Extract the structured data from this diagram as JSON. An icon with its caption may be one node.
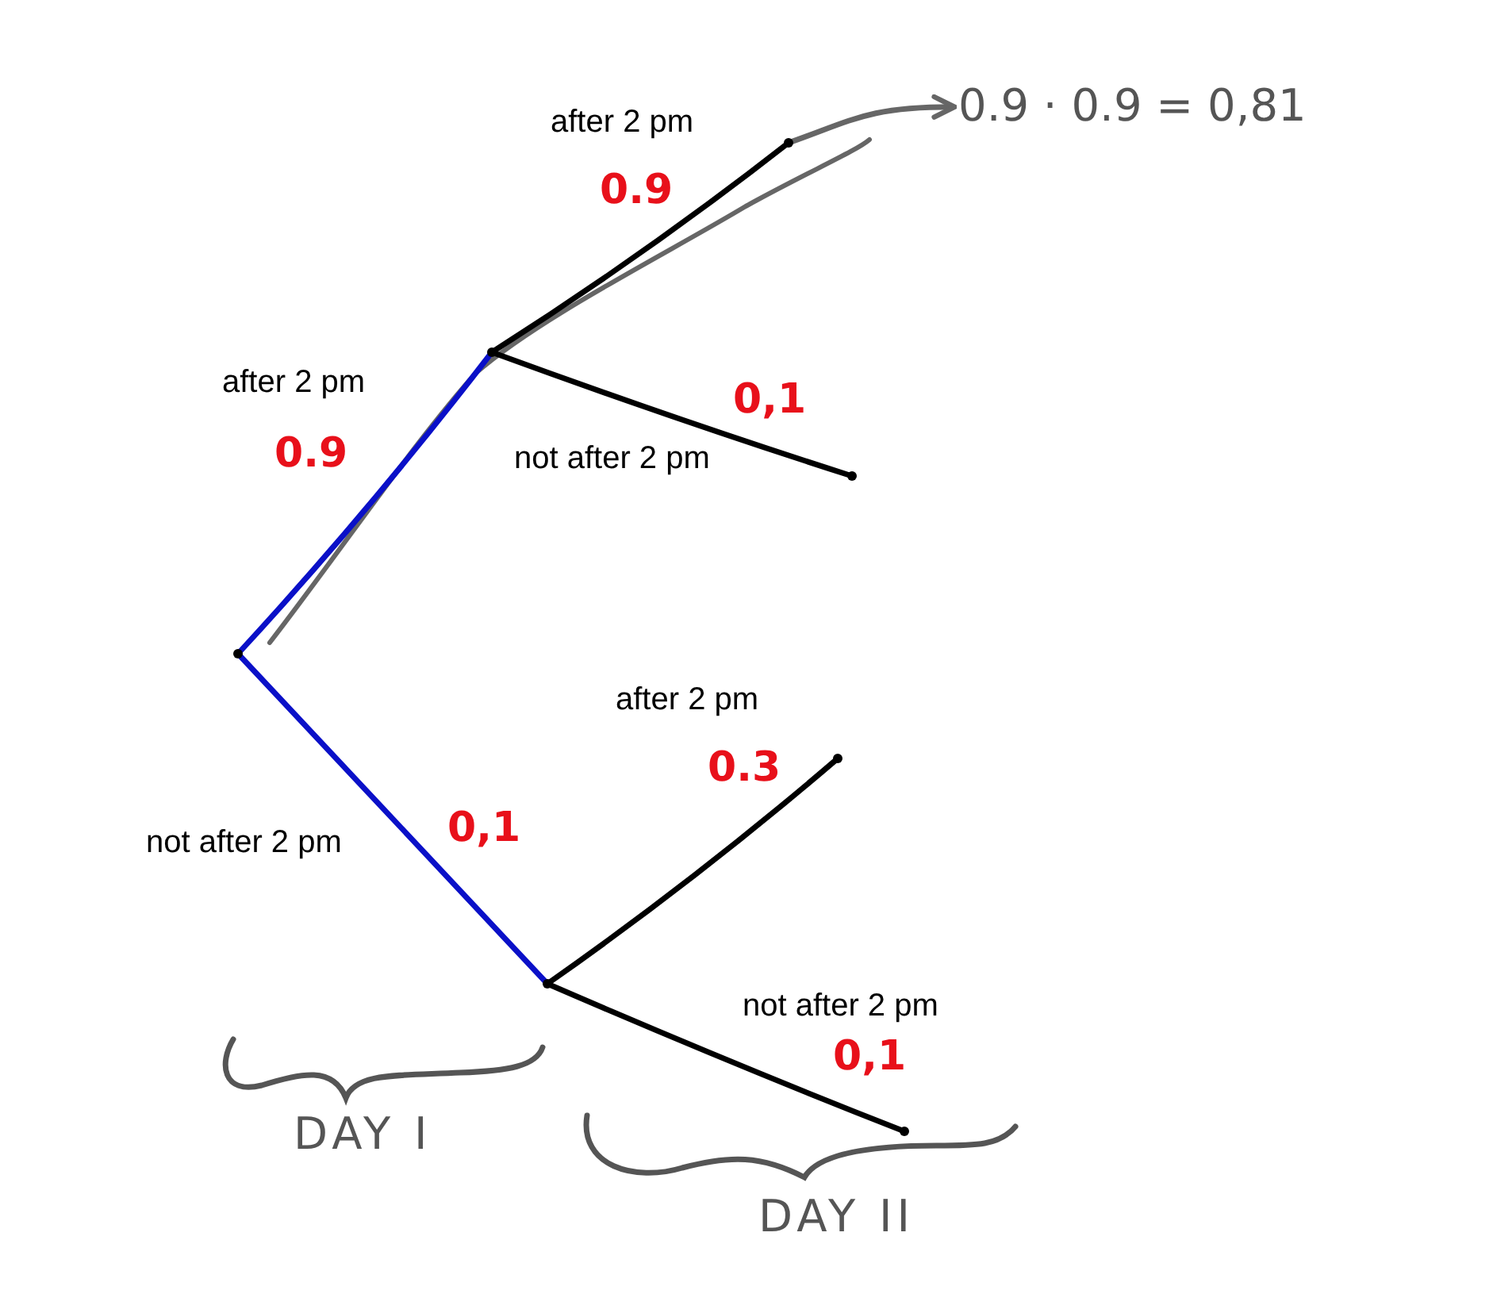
{
  "diagram": {
    "nodes": [
      {
        "text": [],
        "shape": "dot"
      },
      {
        "text": [],
        "shape": "dot"
      },
      {
        "text": [],
        "shape": "dot"
      },
      {
        "text": [],
        "shape": "dot"
      },
      {
        "text": [],
        "shape": "dot"
      },
      {
        "text": [],
        "shape": "dot"
      },
      {
        "text": [],
        "shape": "dot"
      },
      {
        "text": [
          "0.9 · 0.9 = 0,81"
        ]
      }
    ],
    "edges": [
      {
        "from": 0,
        "to": 1,
        "arrow": "none",
        "label": "after 2 pm",
        "color": "#0a10c8"
      },
      {
        "from": 0,
        "to": 2,
        "arrow": "none",
        "label": "not after 2 pm",
        "color": "#0a10c8"
      },
      {
        "from": 1,
        "to": 3,
        "arrow": "none",
        "label": "after 2 pm"
      },
      {
        "from": 1,
        "to": 4,
        "arrow": "none",
        "label": "not after 2 pm"
      },
      {
        "from": 2,
        "to": 5,
        "arrow": "none",
        "label": "after 2 pm"
      },
      {
        "from": 2,
        "to": 6,
        "arrow": "none",
        "label": "not after 2 pm"
      },
      {
        "from": 3,
        "to": 7,
        "arrow": "to",
        "color": "#666666"
      }
    ],
    "labels": [
      "0.9",
      "0,1",
      "0.9",
      "0.3",
      "0,1",
      "0,1",
      "DAY I",
      "DAY II"
    ]
  }
}
